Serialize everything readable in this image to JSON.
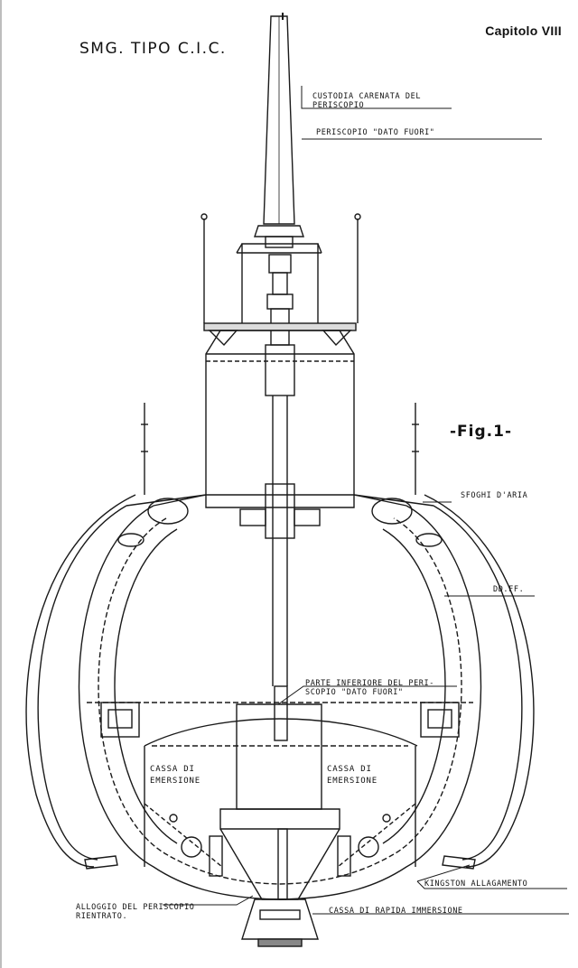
{
  "header": {
    "chapter": "Capitolo VIII",
    "title": "SMG. TIPO C.I.C."
  },
  "figure": {
    "label": "-Fig.1-"
  },
  "labels": {
    "custodia_1": "CUSTODIA CARENATA DEL",
    "custodia_2": "PERISCOPIO",
    "periscopio": "PERISCOPIO \"DATO FUORI\"",
    "sfoghi": "SFOGHI D'ARIA",
    "ddff": "DD.FF.",
    "parte_1": "PARTE INFERIORE DEL PERI-",
    "parte_2": "SCOPIO \"DATO FUORI\"",
    "cassa_left_1": "CASSA DI",
    "cassa_left_2": "EMERSIONE",
    "cassa_right_1": "CASSA DI",
    "cassa_right_2": "EMERSIONE",
    "kingston": "KINGSTON ALLAGAMENTO",
    "alloggio_1": "ALLOGGIO DEL PERISCOPIO",
    "alloggio_2": "RIENTRATO.",
    "cassa_rapida": "CASSA DI RAPIDA IMMERSIONE"
  },
  "colors": {
    "ink": "#1a1a1a",
    "paper": "#ffffff"
  }
}
